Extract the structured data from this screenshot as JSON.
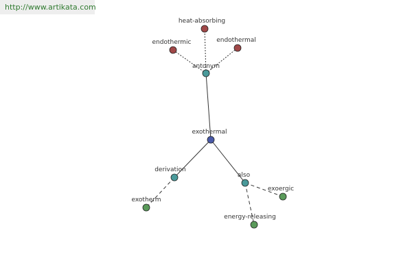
{
  "watermark": {
    "url": "http://www.artikata.com"
  },
  "colors": {
    "center": "#4a5aa8",
    "relation": "#4a9a9a",
    "synonym": "#a04848",
    "derived": "#5a9a5a",
    "stroke": "#333333"
  },
  "nodes": [
    {
      "id": "exothermal",
      "label": "exothermal",
      "role": "center"
    },
    {
      "id": "antonym",
      "label": "antonym",
      "role": "relation"
    },
    {
      "id": "heat-absorbing",
      "label": "heat-absorbing",
      "role": "synonym"
    },
    {
      "id": "endothermic",
      "label": "endothermic",
      "role": "synonym"
    },
    {
      "id": "endothermal",
      "label": "endothermal",
      "role": "synonym"
    },
    {
      "id": "derivation",
      "label": "derivation",
      "role": "relation"
    },
    {
      "id": "exotherm",
      "label": "exotherm",
      "role": "derived"
    },
    {
      "id": "also",
      "label": "also",
      "role": "relation"
    },
    {
      "id": "exoergic",
      "label": "exoergic",
      "role": "derived"
    },
    {
      "id": "energy-releasing",
      "label": "energy-releasing",
      "role": "derived"
    }
  ],
  "edges": [
    {
      "from": "exothermal",
      "to": "antonym",
      "style": "solid"
    },
    {
      "from": "exothermal",
      "to": "derivation",
      "style": "solid"
    },
    {
      "from": "exothermal",
      "to": "also",
      "style": "solid"
    },
    {
      "from": "antonym",
      "to": "heat-absorbing",
      "style": "dotted"
    },
    {
      "from": "antonym",
      "to": "endothermic",
      "style": "dotted"
    },
    {
      "from": "antonym",
      "to": "endothermal",
      "style": "dotted"
    },
    {
      "from": "derivation",
      "to": "exotherm",
      "style": "dashed"
    },
    {
      "from": "also",
      "to": "exoergic",
      "style": "dashed"
    },
    {
      "from": "also",
      "to": "energy-releasing",
      "style": "dashed"
    }
  ]
}
